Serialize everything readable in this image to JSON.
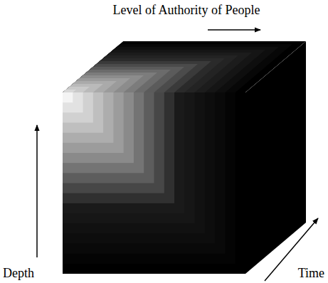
{
  "diagram": {
    "labels": [
      "Level of Authority of People",
      "Depth",
      "Time"
    ]
  }
}
